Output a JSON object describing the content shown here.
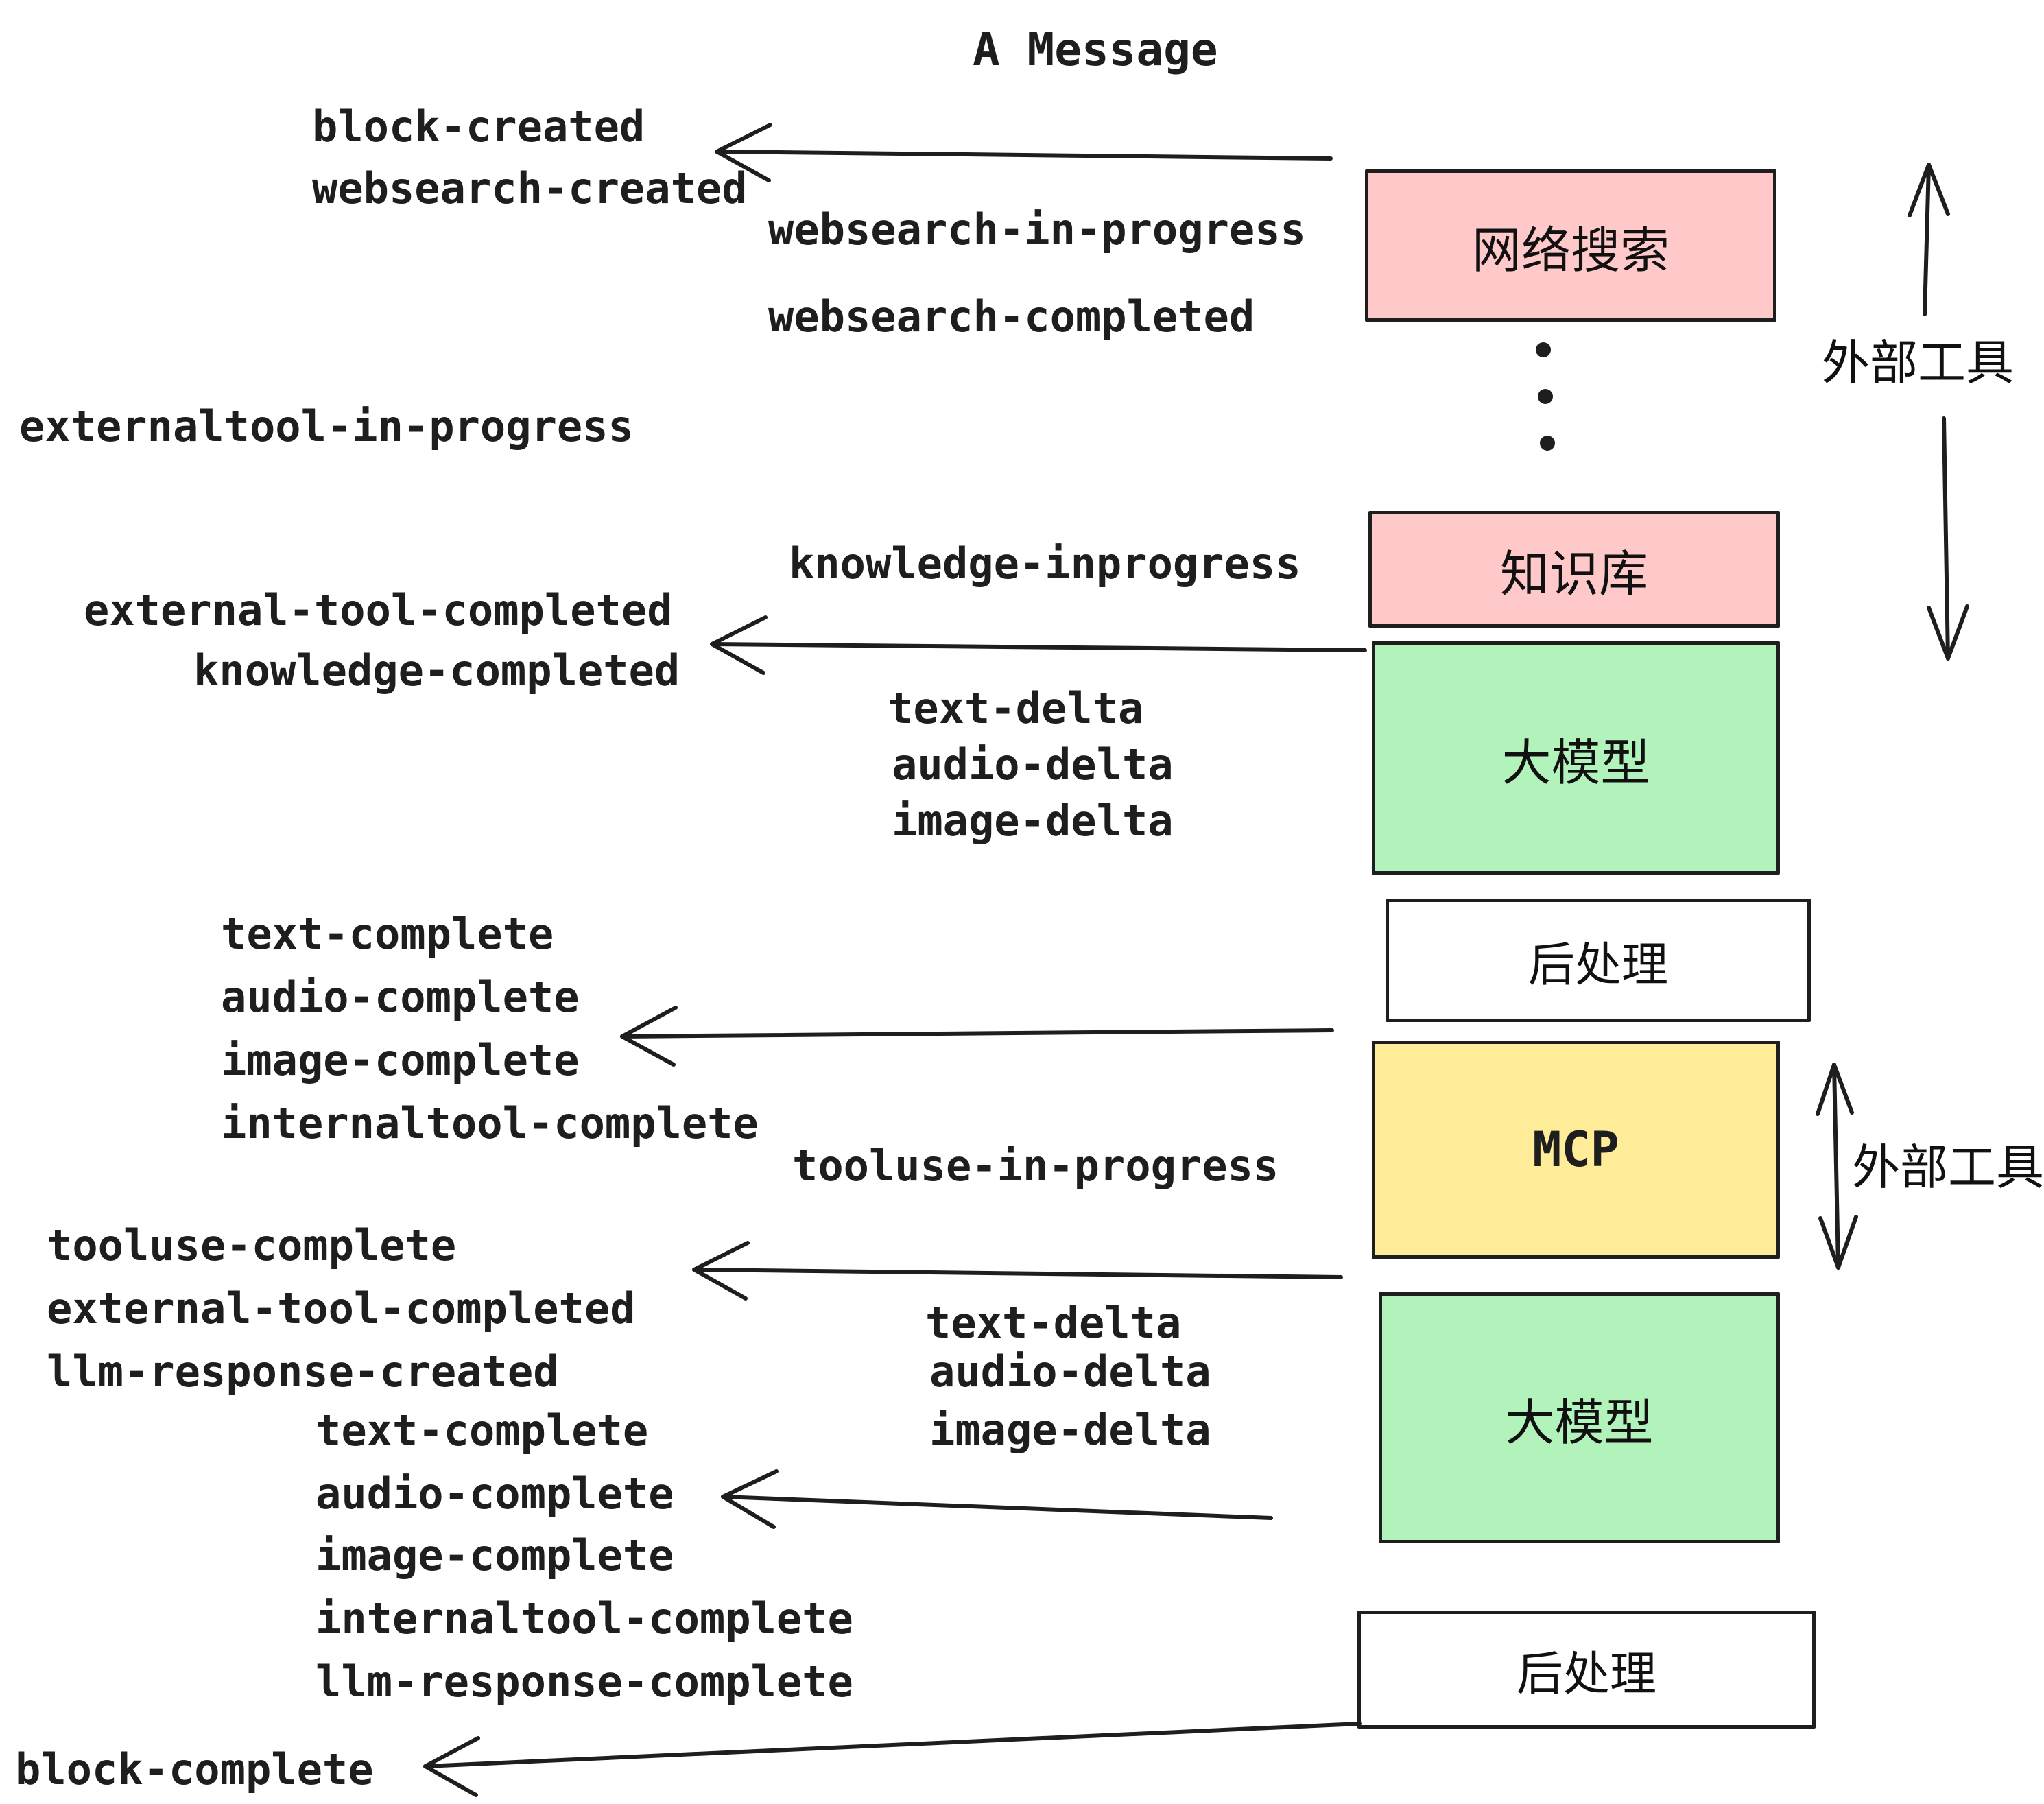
{
  "title": "A Message",
  "colors": {
    "ink": "#1e1e1e",
    "pink": "#FFC9C9",
    "green": "#B2F2BB",
    "yellow": "#FFEC99",
    "white": "#FFFFFF"
  },
  "events": {
    "left": [
      "block-created",
      "websearch-created",
      "externaltool-in-progress",
      "external-tool-completed",
      "knowledge-completed",
      "text-complete",
      "audio-complete",
      "image-complete",
      "internaltool-complete",
      "tooluse-complete",
      "external-tool-completed",
      "llm-response-created",
      "text-complete",
      "audio-complete",
      "image-complete",
      "internaltool-complete",
      "llm-response-complete",
      "block-complete"
    ],
    "middle": [
      "websearch-in-progress",
      "websearch-completed",
      "knowledge-inprogress",
      "text-delta",
      "audio-delta",
      "image-delta",
      "tooluse-in-progress",
      "text-delta",
      "audio-delta",
      "image-delta"
    ]
  },
  "boxes": [
    {
      "label": "网络搜索",
      "fill": "#FFC9C9"
    },
    {
      "label": "知识库",
      "fill": "#FFC9C9"
    },
    {
      "label": "大模型",
      "fill": "#B2F2BB"
    },
    {
      "label": "后处理",
      "fill": "#FFFFFF"
    },
    {
      "label": "MCP",
      "fill": "#FFEC99"
    },
    {
      "label": "大模型",
      "fill": "#B2F2BB"
    },
    {
      "label": "后处理",
      "fill": "#FFFFFF"
    }
  ],
  "side_labels": {
    "external_tools_top": "外部工具",
    "external_tools_bottom": "外部工具"
  }
}
